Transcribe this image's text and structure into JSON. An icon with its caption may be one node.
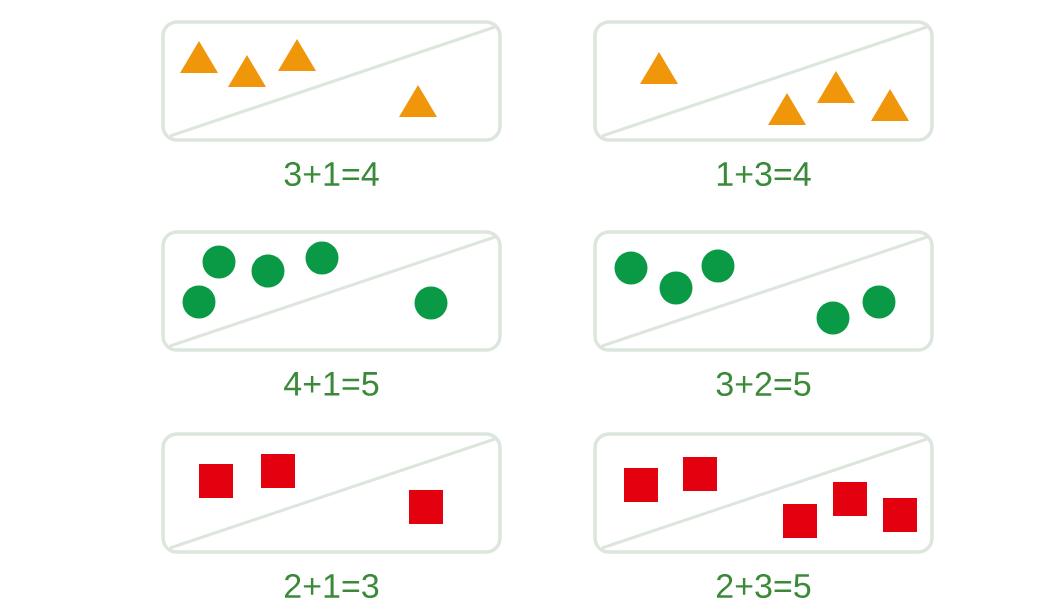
{
  "diagram": {
    "nodes": [
      {
        "text": [],
        "shape": "box",
        "beside": [
          "3+1=4"
        ]
      },
      {
        "text": [],
        "shape": "box",
        "beside": [
          "1+3=4"
        ]
      },
      {
        "text": [],
        "shape": "box",
        "beside": [
          "4+1=5"
        ]
      },
      {
        "text": [],
        "shape": "box",
        "beside": [
          "3+2=5"
        ]
      },
      {
        "text": [],
        "shape": "box",
        "beside": [
          "2+1=3"
        ]
      },
      {
        "text": [],
        "shape": "box",
        "beside": [
          "2+3=5"
        ]
      }
    ]
  }
}
